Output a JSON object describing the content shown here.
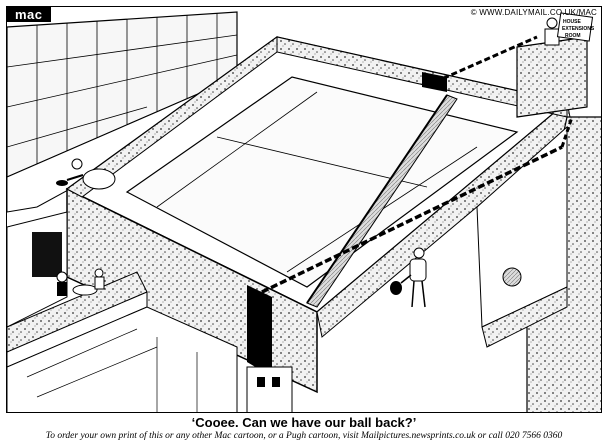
{
  "header": {
    "brand": "mac",
    "site": "© WWW.DAILYMAIL.CO.UK/MAC"
  },
  "sign": {
    "line1": "HOUSE",
    "line2": "EXTENSIONS",
    "line3": "ROOM"
  },
  "caption": "‘Cooee. Can we have our ball back?’",
  "footer": "To order your own print of this or any other Mac cartoon, or a Pugh cartoon, visit Mailpictures.newsprints.co.uk or call 020 7566 0360"
}
